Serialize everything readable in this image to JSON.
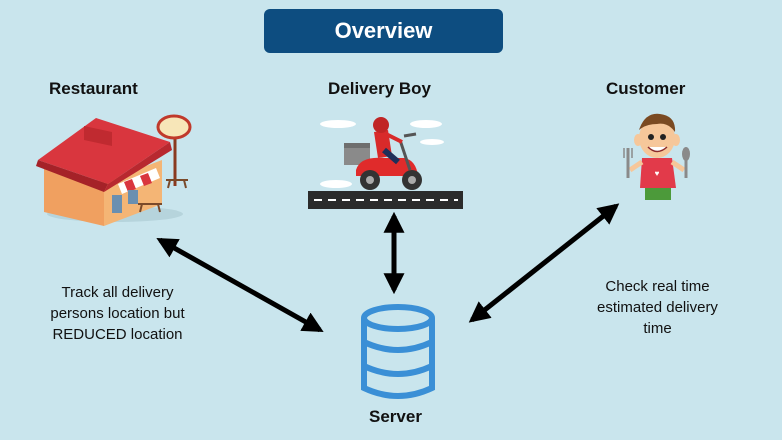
{
  "title": "Overview",
  "nodes": {
    "restaurant": "Restaurant",
    "delivery_boy": "Delivery Boy",
    "customer": "Customer",
    "server": "Server"
  },
  "notes": {
    "restaurant_note": [
      "Track all delivery",
      "persons location but",
      "REDUCED location"
    ],
    "customer_note": [
      "Check real time",
      "estimated delivery",
      "time"
    ]
  },
  "icons": {
    "restaurant": "restaurant-building-icon",
    "delivery_boy": "scooter-rider-icon",
    "customer": "customer-character-icon",
    "server": "database-icon"
  },
  "colors": {
    "background": "#c9e5ed",
    "title_bg": "#0d4d80",
    "server": "#3a8fd6",
    "arrow": "#000000"
  }
}
